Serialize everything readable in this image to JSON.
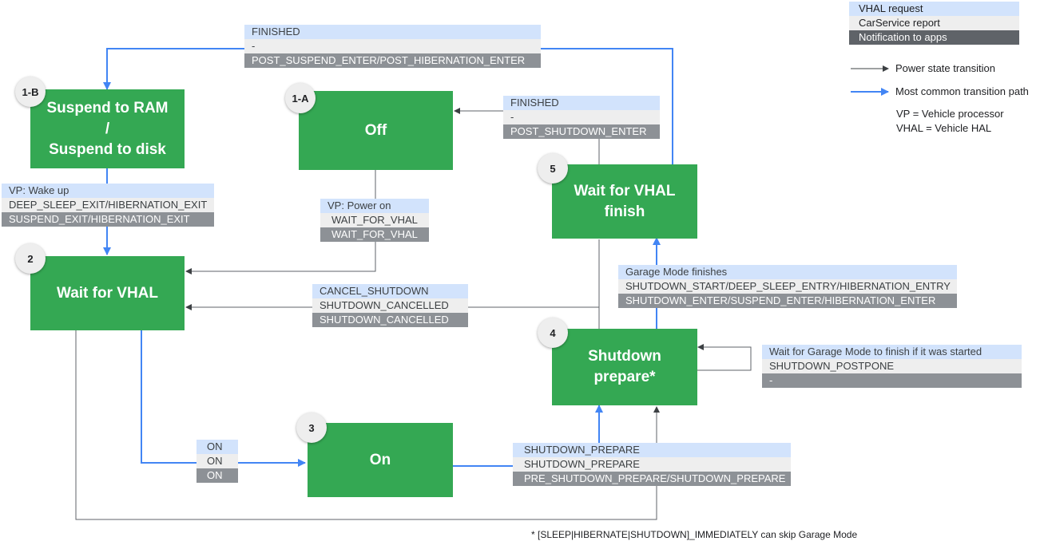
{
  "states": {
    "suspend": "Suspend to RAM\n/\nSuspend to disk",
    "off": "Off",
    "wait_vhal": "Wait for VHAL",
    "on": "On",
    "shutdown_prepare": "Shutdown\nprepare*",
    "wait_finish": "Wait for VHAL\nfinish"
  },
  "badges": {
    "b1b": "1-B",
    "b1a": "1-A",
    "b2": "2",
    "b3": "3",
    "b4": "4",
    "b5": "5"
  },
  "labels": {
    "finished_top": [
      "FINISHED",
      "-",
      "POST_SUSPEND_ENTER/POST_HIBERNATION_ENTER"
    ],
    "finished_off": [
      "FINISHED",
      "-",
      "POST_SHUTDOWN_ENTER"
    ],
    "wake_up": [
      "VP: Wake up",
      "DEEP_SLEEP_EXIT/HIBERNATION_EXIT",
      "SUSPEND_EXIT/HIBERNATION_EXIT"
    ],
    "power_on": [
      "VP: Power on",
      "WAIT_FOR_VHAL",
      "WAIT_FOR_VHAL"
    ],
    "cancel": [
      "CANCEL_SHUTDOWN",
      "SHUTDOWN_CANCELLED",
      "SHUTDOWN_CANCELLED"
    ],
    "garage_finishes": [
      "Garage Mode finishes",
      "SHUTDOWN_START/DEEP_SLEEP_ENTRY/HIBERNATION_ENTRY",
      "SHUTDOWN_ENTER/SUSPEND_ENTER/HIBERNATION_ENTER"
    ],
    "postpone": [
      "Wait for Garage Mode to finish if it was started",
      "SHUTDOWN_POSTPONE",
      "-"
    ],
    "on_trans": [
      "ON",
      "ON",
      "ON"
    ],
    "shutdown_prep": [
      "SHUTDOWN_PREPARE",
      "SHUTDOWN_PREPARE",
      "PRE_SHUTDOWN_PREPARE/SHUTDOWN_PREPARE"
    ]
  },
  "legend": {
    "vhal_request": "VHAL request",
    "carservice_report": "CarService report",
    "notification": "Notification to apps",
    "power_transition": "Power state transition",
    "common_path": "Most common transition path",
    "vp_def": "VP = Vehicle processor",
    "vhal_def": "VHAL = Vehicle HAL"
  },
  "footnote": "* [SLEEP|HIBERNATE|SHUTDOWN]_IMMEDIATELY can skip Garage Mode",
  "colors": {
    "state": "#34a853",
    "blue": "#4285f4",
    "line": "#5f6368"
  }
}
